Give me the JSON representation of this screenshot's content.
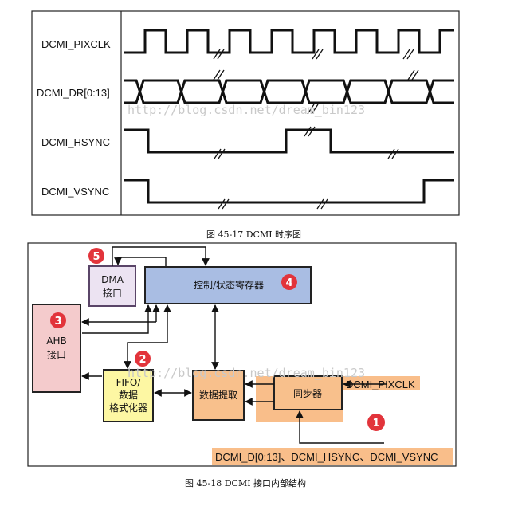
{
  "timing": {
    "signals": [
      "DCMI_PIXCLK",
      "DCMI_DR[0:13]",
      "DCMI_HSYNC",
      "DCMI_VSYNC"
    ],
    "caption": "图 45-17 DCMI 时序图",
    "watermark": "http://blog.csdn.net/dream_bin123"
  },
  "structure": {
    "blocks": {
      "dma": [
        "DMA",
        "接口"
      ],
      "ctrl": "控制/状态寄存器",
      "ahb": [
        "AHB",
        "接口"
      ],
      "fifo": [
        "FIFO/",
        "数据",
        "格式化器"
      ],
      "extract": "数据提取",
      "sync": "同步器"
    },
    "inputs": {
      "pixclk": "DCMI_PIXCLK",
      "data": "DCMI_D[0:13]、DCMI_HSYNC、DCMI_VSYNC"
    },
    "markers": [
      "1",
      "2",
      "3",
      "4",
      "5"
    ],
    "caption": "图 45-18 DCMI 接口内部结构",
    "watermark": "http://blog.csdn.net/dream_bin123"
  },
  "colors": {
    "marker": "#e2343b",
    "dma": "#ece3f2",
    "ctrl": "#a9bde3",
    "ahb": "#f4cbcc",
    "fifo": "#fdf7a3",
    "extract": "#f8c08c",
    "input_band": "#f9be8a"
  }
}
